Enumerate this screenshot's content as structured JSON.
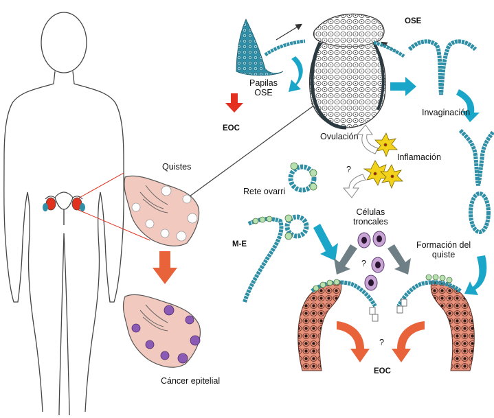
{
  "labels": {
    "ose_top": "OSE",
    "papilas": "Papilas\nOSE",
    "eoc_left": "EOC",
    "invaginacion": "Invaginación",
    "ovulacion": "Ovulación",
    "inflamacion": "Inflamación",
    "question_inflam": "?",
    "quistes": "Quistes",
    "rete_ovarii": "Rete ovarri",
    "celulas_troncales": "Células\ntroncales",
    "me": "M-E",
    "question_stem": "?",
    "formacion_quiste": "Formación del\nquiste",
    "question_bottom": "?",
    "eoc_bottom": "EOC",
    "cancer_epitelial": "Cáncer epitelial"
  },
  "colors": {
    "teal_arrow": "#1aa6c8",
    "red_arrow": "#e4301f",
    "orange_arrow": "#e8623a",
    "gray_arrow": "#6e7f86",
    "epithelium": "#2f8fa7",
    "ovary_red": "#e0321f",
    "cyst_pink": "#f2c9be",
    "tumor_purple": "#8a5ab5",
    "tumor_cells": "#e8907a"
  },
  "icons": [
    "human-silhouette-icon",
    "uterus-icon",
    "stem-cell-icon",
    "inflammation-cell-icon"
  ]
}
